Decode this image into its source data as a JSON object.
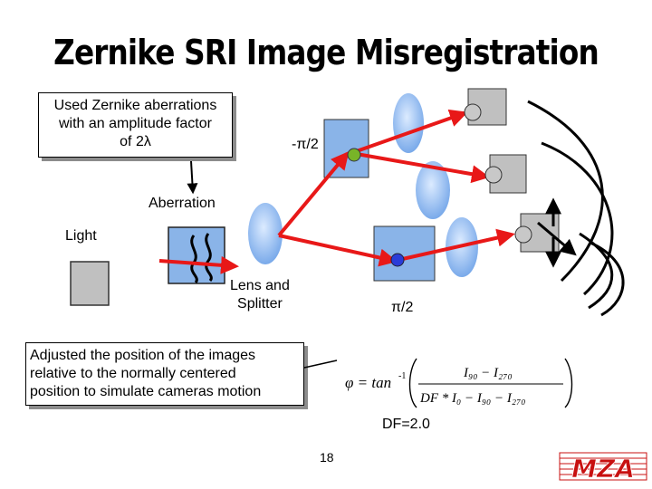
{
  "title": "Zernike SRI Image Misregistration",
  "notes": {
    "top_lines": [
      "Used Zernike aberrations",
      "with an amplitude factor",
      "of 2λ"
    ],
    "bottom_lines": [
      "Adjusted the position of the images",
      "relative to the normally centered",
      "position to simulate cameras motion"
    ]
  },
  "labels": {
    "aberration": "Aberration",
    "light": "Light",
    "lens_line1": "Lens and",
    "lens_line2": "Splitter",
    "neg_pi_over_2": "-π/2",
    "pi_over_2": "π/2",
    "df": "DF=2.0",
    "page_number": "18"
  },
  "formula": {
    "lhs": "φ = tan",
    "exp": "-1",
    "numerator": "I₉₀ − I₂₇₀",
    "denominator": "DF * I₀ − I₉₀ − I₂₇₀"
  },
  "logo_text": "MZA",
  "colors": {
    "beam": "#e81818",
    "lens": "#8ab6ee",
    "plate": "#8ab4e8",
    "detector": "#c0c0c0",
    "green_spot": "#78b428",
    "blue_spot": "#2a3cd8",
    "logo": "#c81010"
  }
}
